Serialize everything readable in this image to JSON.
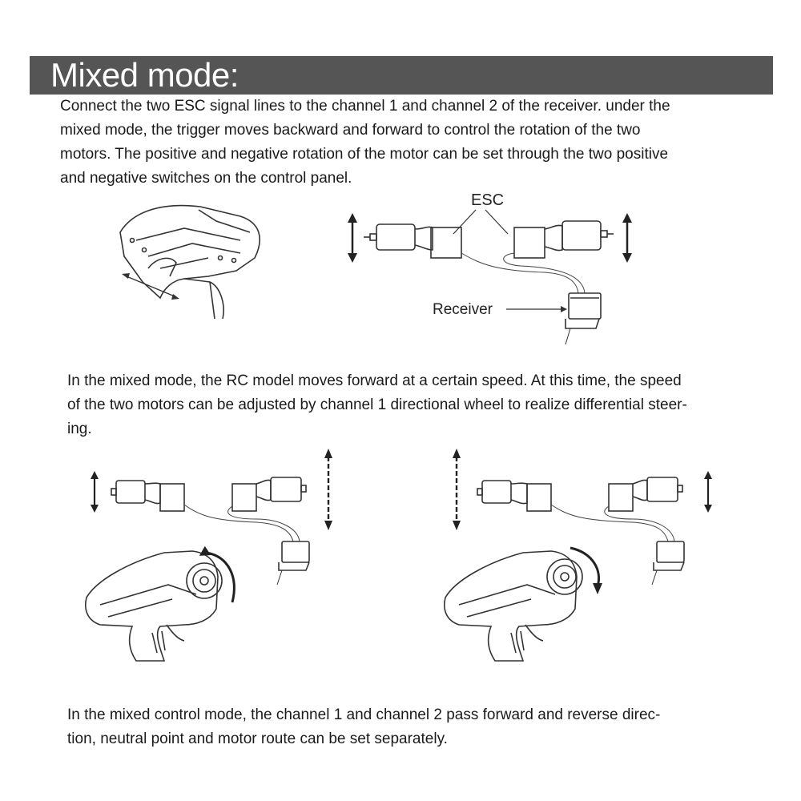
{
  "header": {
    "title": "Mixed mode:"
  },
  "intro": {
    "lines": [
      "Connect the two ESC signal lines to the channel 1 and channel 2 of the receiver. under the",
      "mixed mode, the trigger moves backward and forward to control the rotation of the two",
      "motors. The positive and negative rotation of the motor can be set through the two positive",
      "and negative switches on the control panel."
    ]
  },
  "diagram": {
    "esc_label": "ESC",
    "receiver_label": "Receiver"
  },
  "steering": {
    "lines": [
      "In the mixed mode, the RC model moves forward at a certain speed. At this time, the speed",
      "of the two motors can be adjusted by channel 1 directional wheel to realize differential steer-",
      "ing."
    ]
  },
  "footer": {
    "lines": [
      "In the mixed control mode, the channel 1 and channel 2 pass forward and reverse direc-",
      "tion, neutral point and motor route can be set separately."
    ]
  }
}
